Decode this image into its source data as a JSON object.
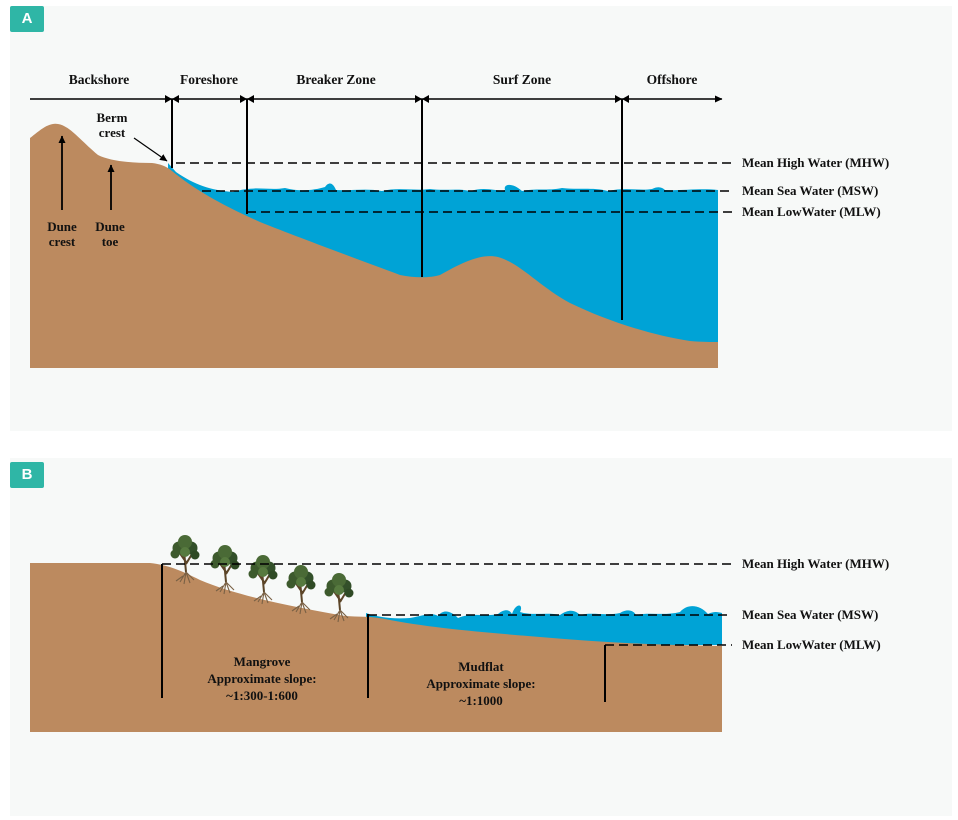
{
  "panel_a": {
    "tag": "A",
    "zones": [
      "Backshore",
      "Foreshore",
      "Breaker Zone",
      "Surf Zone",
      "Offshore"
    ],
    "berm_crest": [
      "Berm",
      "crest"
    ],
    "dune_crest": [
      "Dune",
      "crest"
    ],
    "dune_toe": [
      "Dune",
      "toe"
    ],
    "water_levels": {
      "mhw": "Mean High Water (MHW)",
      "msw": "Mean Sea Water (MSW)",
      "mlw": "Mean LowWater (MLW)"
    }
  },
  "panel_b": {
    "tag": "B",
    "mangrove": [
      "Mangrove",
      "Approximate slope:",
      "~1:300-1:600"
    ],
    "mudflat": [
      "Mudflat",
      "Approximate slope:",
      "~1:1000"
    ],
    "water_levels": {
      "mhw": "Mean High Water (MHW)",
      "msw": "Mean Sea Water (MSW)",
      "mlw": "Mean LowWater (MLW)"
    }
  },
  "colors": {
    "sand": "#bc8a5f",
    "water": "#00a3d6",
    "tag": "#2fb6a6",
    "tree_foliage": "#3d5a2d"
  }
}
